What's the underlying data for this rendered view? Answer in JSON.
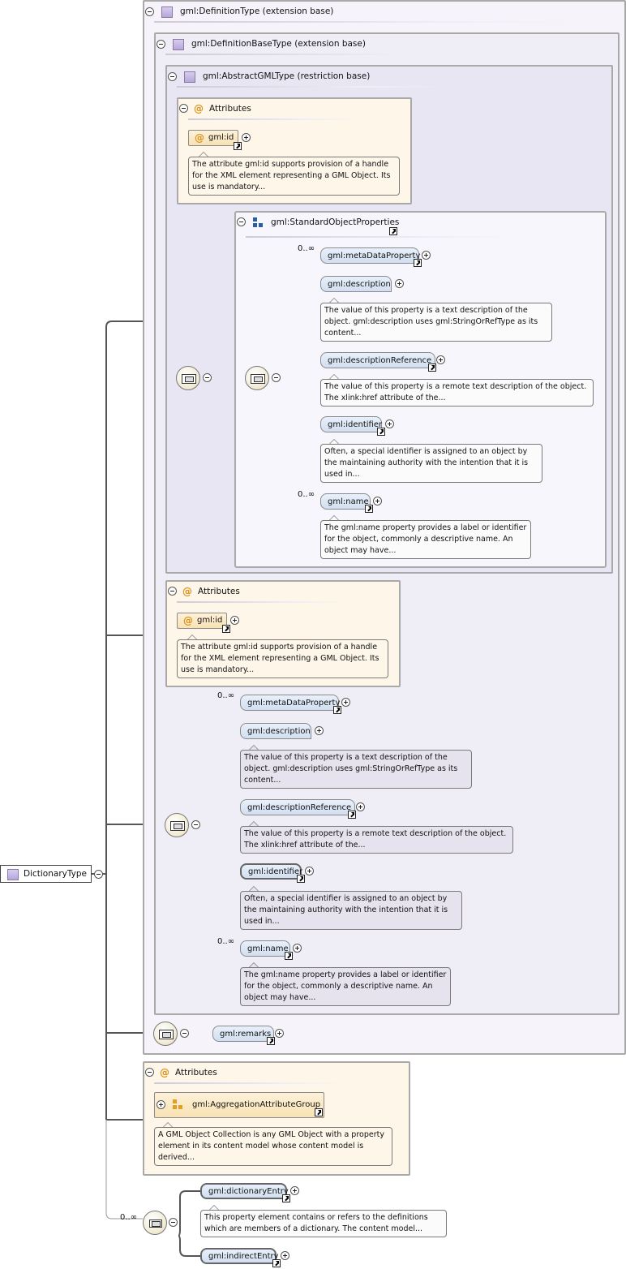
{
  "root": {
    "label": "DictionaryType"
  },
  "definition_type": {
    "label": "gml:DefinitionType (extension base)"
  },
  "definition_base_type": {
    "label": "gml:DefinitionBaseType (extension base)"
  },
  "abstract_gml_type": {
    "label": "gml:AbstractGMLType (restriction base)"
  },
  "attributes_title": "Attributes",
  "gml_id": {
    "label": "gml:id",
    "doc": "The attribute gml:id supports provision of a handle for the XML element representing a GML Object. Its use is mandatory..."
  },
  "standard_object_properties": {
    "label": "gml:StandardObjectProperties"
  },
  "multiplicity": "0..∞",
  "props": {
    "metadata": {
      "label": "gml:metaDataProperty"
    },
    "description": {
      "label": "gml:description",
      "doc": "The value of this property is a text description of the object. gml:description uses gml:StringOrRefType as its content..."
    },
    "description_reference": {
      "label": "gml:descriptionReference",
      "doc": "The value of this property is a remote text description of the object. The xlink:href attribute of the..."
    },
    "identifier": {
      "label": "gml:identifier",
      "doc": "Often, a special identifier is assigned to an object by the maintaining authority with the intention that it is used in..."
    },
    "name": {
      "label": "gml:name",
      "doc": "The gml:name property provides a label or identifier for the object, commonly a descriptive name. An object may have..."
    }
  },
  "remarks": {
    "label": "gml:remarks"
  },
  "aggregation": {
    "label": "gml:AggregationAttributeGroup",
    "doc": "A GML Object Collection is any GML Object with a property element in its content model whose content model is derived..."
  },
  "dictionary_entry": {
    "label": "gml:dictionaryEntry",
    "doc": "This property element contains or refers to the definitions which are members of a dictionary. The content model..."
  },
  "indirect_entry": {
    "label": "gml:indirectEntry"
  },
  "colors": {
    "type_box_border": "#a9a9a9",
    "attribute_bg": "#fdf6e9",
    "element_bg": "#d2dff0",
    "attribute_icon": "#d9931c"
  }
}
